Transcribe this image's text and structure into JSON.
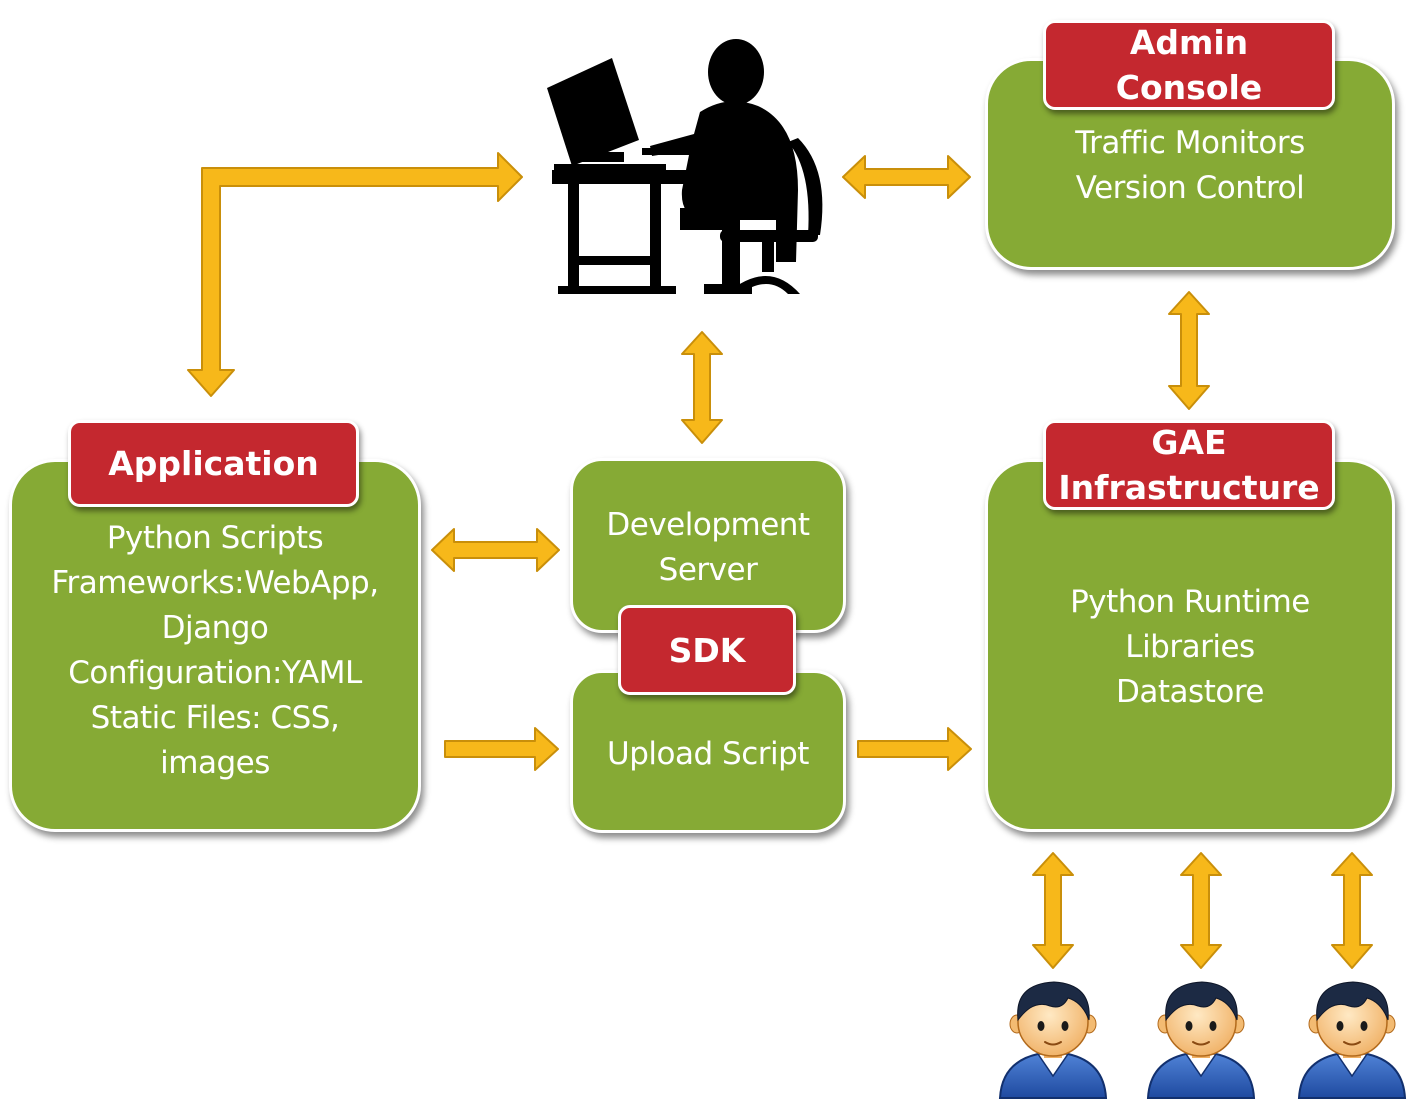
{
  "colors": {
    "box_fill": "#86aa35",
    "tag_fill": "#c4282f",
    "arrow_fill": "#f7b81a",
    "arrow_stroke": "#c98f0a",
    "text": "#ffffff"
  },
  "icons": {
    "developer": "developer-at-computer-icon",
    "end_user": "user-avatar-icon"
  },
  "nodes": {
    "admin_console": {
      "tag_lines": [
        "Admin",
        "Console"
      ],
      "lines": [
        "Traffic Monitors",
        "Version Control"
      ]
    },
    "application": {
      "tag": "Application",
      "lines": [
        "Python Scripts",
        "Frameworks:WebApp,",
        "Django",
        "Configuration:YAML",
        "Static Files: CSS,",
        "images"
      ]
    },
    "development_server": {
      "lines": [
        "Development",
        "Server"
      ]
    },
    "sdk": {
      "tag": "SDK"
    },
    "upload_script": {
      "lines": [
        "Upload Script"
      ]
    },
    "gae_infrastructure": {
      "tag_lines": [
        "GAE",
        "Infrastructure"
      ],
      "lines": [
        "Python Runtime",
        "Libraries",
        "Datastore"
      ]
    }
  },
  "end_users": [
    {
      "icon": "user-avatar-icon"
    },
    {
      "icon": "user-avatar-icon"
    },
    {
      "icon": "user-avatar-icon"
    }
  ]
}
